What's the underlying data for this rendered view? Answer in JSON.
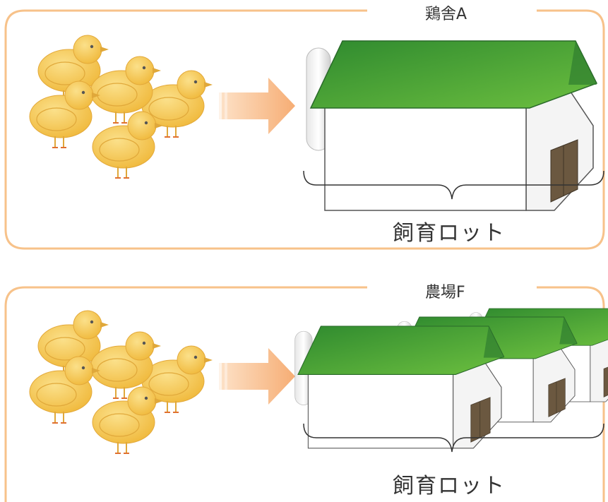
{
  "panels": [
    {
      "title": "鶏舎A",
      "bracket_label": "飼育ロット",
      "house_count": 1
    },
    {
      "title": "農場F",
      "bracket_label": "飼育ロット",
      "house_count": 3
    }
  ],
  "colors": {
    "frame": "#f7c28a",
    "roof_dark": "#2f7d2f",
    "roof_light": "#63b83e",
    "wall": "#ffffff",
    "door": "#6b5840",
    "chick_body": "#f4c550",
    "chick_beak": "#e0a83a",
    "arrow": "#f7b27a"
  },
  "icons": {
    "chick": "chick-icon",
    "arrow": "arrow-right-icon",
    "house": "chicken-house-icon",
    "bracket": "curly-brace-icon"
  }
}
